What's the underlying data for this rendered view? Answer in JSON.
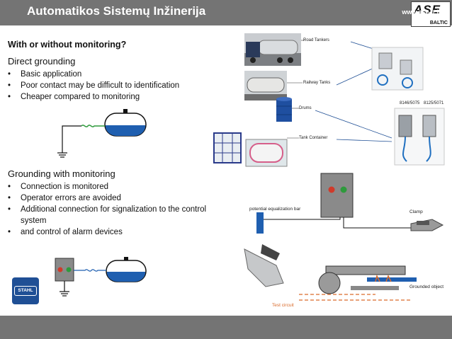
{
  "header": {
    "title": "Automatikos Sistemų Inžinerija"
  },
  "logo": {
    "main": "ASE",
    "sub": "BALTIC"
  },
  "question": "With or without monitoring?",
  "direct": {
    "title": "Direct grounding",
    "bullets": [
      "Basic application",
      "Poor contact may be difficult to identification",
      "Cheaper compared to monitoring"
    ]
  },
  "monitoring": {
    "title": "Grounding with monitoring",
    "bullets": [
      "Connection is monitored",
      "Operator errors are avoided",
      "Additional connection for signalization to the control system",
      "and control of alarm devices"
    ]
  },
  "photos": {
    "labels": [
      "Road Tankers",
      "Railway Tanks",
      "Drums",
      "Tank Container"
    ],
    "device_labels": [
      "8146/5075",
      "8125/5071"
    ]
  },
  "diagram": {
    "bar_label": "potential equalization bar",
    "clamp_label": "Clamp",
    "object_label": "Grounded object",
    "circuit_label": "Test circuit"
  },
  "stahl": "STAHL",
  "footer": {
    "url": "www.ase-lt.lt"
  },
  "colors": {
    "header": "#747474",
    "tank": "#1f5fb0",
    "green_led": "#2e9a3c",
    "red_led": "#d03a2a",
    "bar": "#1f5fb0",
    "circuit": "#d96a2a"
  }
}
